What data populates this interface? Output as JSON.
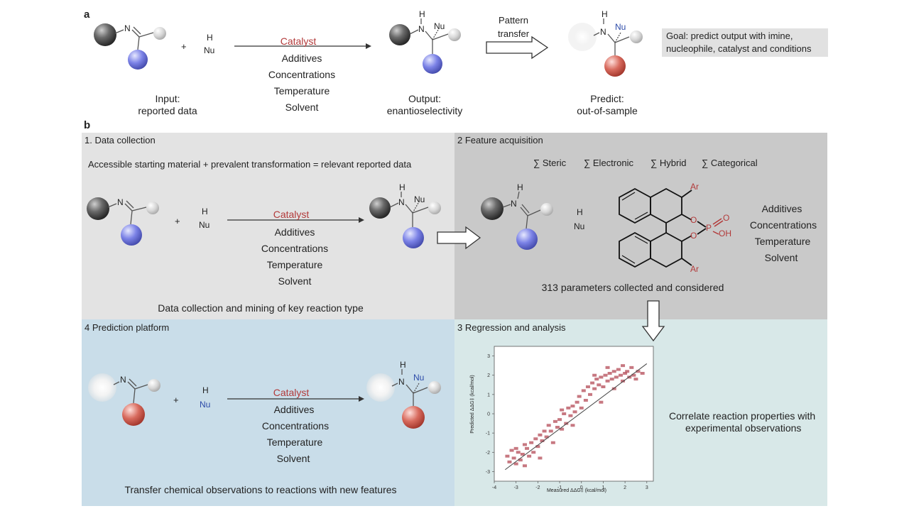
{
  "panel_a": {
    "letter": "a",
    "plus": "+",
    "nucleophile_h": "H",
    "nucleophile_nu": "Nu",
    "imine_n": "N",
    "arrow_labels": [
      "Catalyst",
      "Additives",
      "Concentrations",
      "Temperature",
      "Solvent"
    ],
    "input_caption": [
      "Input:",
      "reported data"
    ],
    "output_caption": [
      "Output:",
      "enantioselectivity"
    ],
    "pattern_transfer": [
      "Pattern",
      "transfer"
    ],
    "predict_caption": [
      "Predict:",
      "out-of-sample"
    ],
    "goal": [
      "Goal: predict output with imine,",
      "nucleophile, catalyst and conditions"
    ],
    "product_h": "H",
    "product_n": "N",
    "product_nu": "Nu"
  },
  "panel_b": {
    "letter": "b",
    "q1": {
      "title": "1. Data collection",
      "equation": "Accessible starting material + prevalent transformation = relevant reported data",
      "arrow_labels": [
        "Catalyst",
        "Additives",
        "Concentrations",
        "Temperature",
        "Solvent"
      ],
      "footer": "Data collection and mining of key reaction type"
    },
    "q2": {
      "title": "2 Feature acquisition",
      "features": [
        "∑ Steric",
        "∑ Electronic",
        "∑ Hybrid",
        "∑ Categorical"
      ],
      "catalyst_atoms": {
        "ar1": "Ar",
        "ar2": "Ar",
        "o1": "O",
        "o2": "O",
        "p": "P",
        "o3": "O",
        "oh": "OH"
      },
      "conditions": [
        "Additives",
        "Concentrations",
        "Temperature",
        "Solvent"
      ],
      "footer": "313 parameters collected and considered"
    },
    "q3": {
      "title": "3 Regression and analysis",
      "correlate": [
        "Correlate reaction properties with",
        "experimental observations"
      ]
    },
    "q4": {
      "title": "4 Prediction platform",
      "arrow_labels": [
        "Catalyst",
        "Additives",
        "Concentrations",
        "Temperature",
        "Solvent"
      ],
      "footer": "Transfer chemical observations to reactions with new features"
    }
  },
  "chart_data": {
    "type": "scatter",
    "xlabel": "Measured ΔΔG‡ (kcal/mol)",
    "ylabel": "Predicted ΔΔG‡ (kcal/mol)",
    "xlim": [
      -4,
      3.3
    ],
    "ylim": [
      -3.5,
      3.5
    ],
    "x_ticks": [
      -4,
      -3,
      -2,
      -1,
      0,
      1,
      2,
      3
    ],
    "y_ticks": [
      -3,
      -2,
      -1,
      0,
      1,
      2,
      3
    ],
    "fit_line": [
      [
        -3.5,
        -2.9
      ],
      [
        3.0,
        2.6
      ]
    ],
    "points": [
      [
        -3.4,
        -2.2
      ],
      [
        -3.3,
        -2.5
      ],
      [
        -3.2,
        -1.9
      ],
      [
        -3.1,
        -2.3
      ],
      [
        -3.0,
        -2.6
      ],
      [
        -2.9,
        -2.0
      ],
      [
        -2.8,
        -2.4
      ],
      [
        -2.7,
        -2.1
      ],
      [
        -2.6,
        -2.7
      ],
      [
        -2.5,
        -1.8
      ],
      [
        -2.4,
        -2.2
      ],
      [
        -2.3,
        -1.5
      ],
      [
        -2.2,
        -2.0
      ],
      [
        -2.1,
        -1.3
      ],
      [
        -2.0,
        -1.7
      ],
      [
        -1.9,
        -1.1
      ],
      [
        -1.8,
        -1.4
      ],
      [
        -1.7,
        -0.9
      ],
      [
        -1.6,
        -1.2
      ],
      [
        -1.5,
        -0.6
      ],
      [
        -1.4,
        -0.9
      ],
      [
        -1.3,
        -1.5
      ],
      [
        -1.2,
        -0.4
      ],
      [
        -1.1,
        -0.7
      ],
      [
        -1.0,
        -0.3
      ],
      [
        -0.9,
        -0.8
      ],
      [
        -0.8,
        0.0
      ],
      [
        -0.7,
        -0.5
      ],
      [
        -0.6,
        0.3
      ],
      [
        -0.5,
        -0.1
      ],
      [
        -0.4,
        0.4
      ],
      [
        -0.3,
        0.1
      ],
      [
        -0.2,
        0.6
      ],
      [
        -0.1,
        0.9
      ],
      [
        0.0,
        0.3
      ],
      [
        0.1,
        1.2
      ],
      [
        0.2,
        0.7
      ],
      [
        0.3,
        1.4
      ],
      [
        0.4,
        1.0
      ],
      [
        0.5,
        1.6
      ],
      [
        0.6,
        1.3
      ],
      [
        0.7,
        1.8
      ],
      [
        0.8,
        1.5
      ],
      [
        0.9,
        1.9
      ],
      [
        1.0,
        1.4
      ],
      [
        1.1,
        2.0
      ],
      [
        1.2,
        1.7
      ],
      [
        1.3,
        2.1
      ],
      [
        1.4,
        1.8
      ],
      [
        1.5,
        2.2
      ],
      [
        1.6,
        1.9
      ],
      [
        1.7,
        2.3
      ],
      [
        1.8,
        2.0
      ],
      [
        1.9,
        1.7
      ],
      [
        2.0,
        2.1
      ],
      [
        2.1,
        2.2
      ],
      [
        2.2,
        1.9
      ],
      [
        2.3,
        2.4
      ],
      [
        2.4,
        2.0
      ],
      [
        2.6,
        2.2
      ],
      [
        2.8,
        2.1
      ],
      [
        1.5,
        1.3
      ],
      [
        0.9,
        0.6
      ],
      [
        -0.4,
        -0.6
      ],
      [
        -1.9,
        -2.3
      ],
      [
        -2.6,
        -1.6
      ],
      [
        -3.0,
        -1.8
      ],
      [
        1.2,
        2.4
      ],
      [
        0.6,
        2.0
      ],
      [
        -0.9,
        0.2
      ],
      [
        1.9,
        2.5
      ],
      [
        2.5,
        1.8
      ]
    ]
  }
}
